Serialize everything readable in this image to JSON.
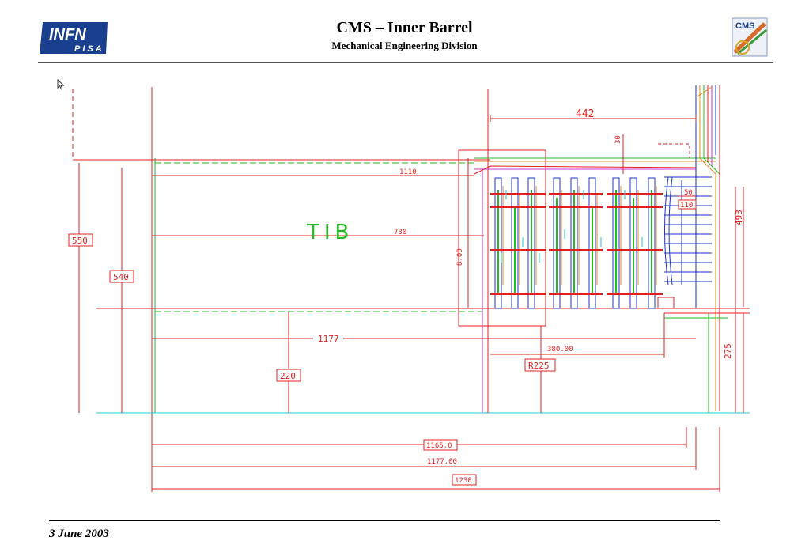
{
  "header": {
    "title": "CMS – Inner Barrel",
    "subtitle": "Mechanical Engineering Division",
    "logo_left": {
      "line1": "INFN",
      "line2": "PISA"
    },
    "logo_right": {
      "text": "CMS"
    }
  },
  "drawing": {
    "region_label": "TIB",
    "dimensions": {
      "d442": "442",
      "d30": "30",
      "d1110": "1110",
      "d730": "730",
      "d800": "8.00",
      "d550": "550",
      "d540": "540",
      "d1177": "1177",
      "d220": "220",
      "d38000": "380.00",
      "dR225": "R225",
      "d50": "50",
      "d110": "110",
      "d493": "493",
      "d275": "275",
      "d11650": "1165.0",
      "d117700": "1177.00",
      "d1230": "1230"
    },
    "colors": {
      "dimension": "#e02020",
      "green": "#22bb22",
      "blue": "#2233cc",
      "cyan": "#22cccc",
      "magenta": "#cc33cc",
      "orange": "#dd8822"
    }
  },
  "footer": {
    "date": "3 June 2003"
  }
}
